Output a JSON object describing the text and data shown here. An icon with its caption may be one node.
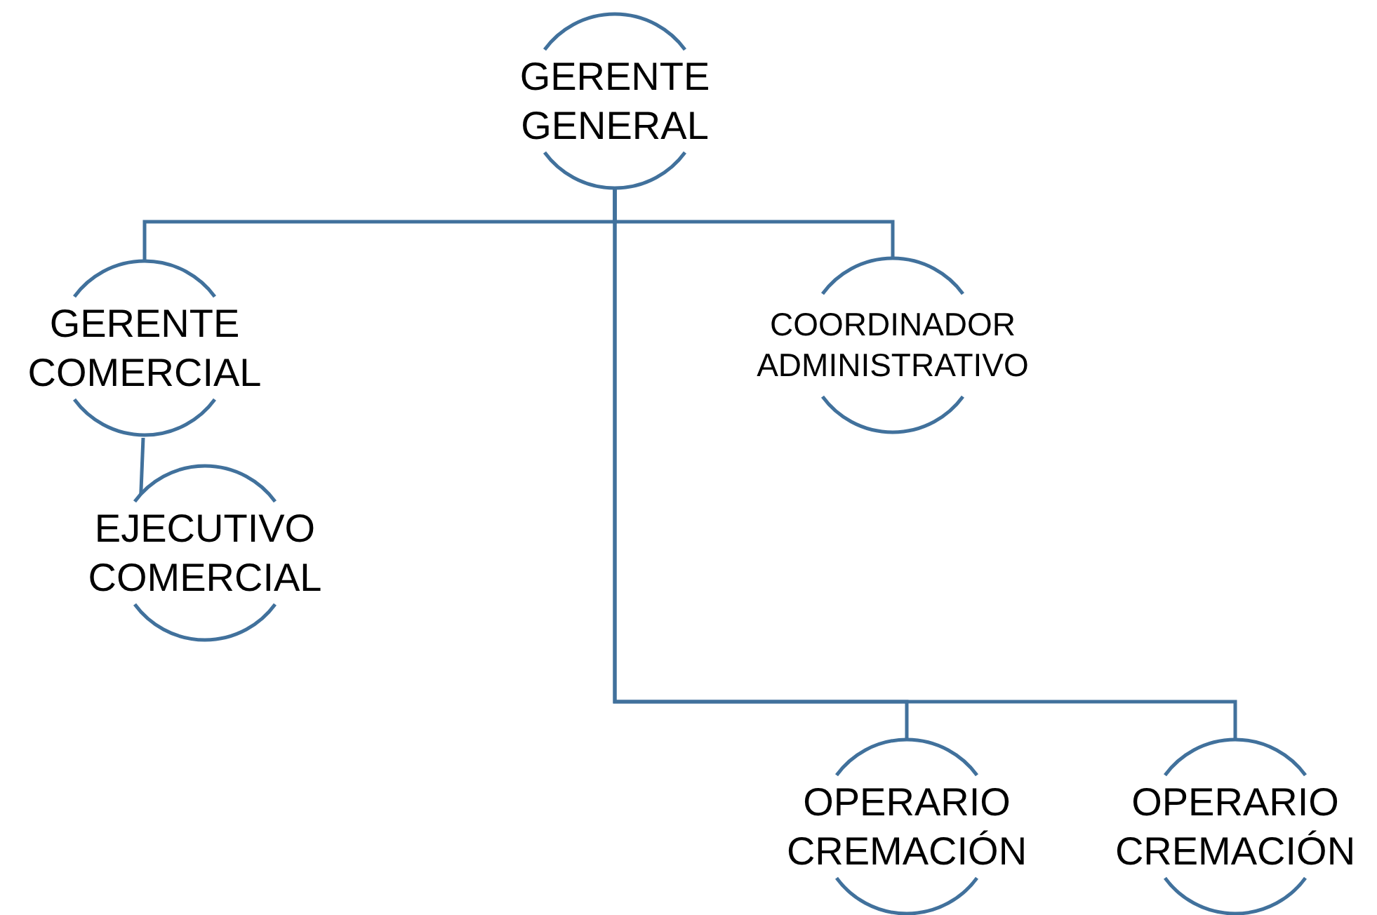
{
  "diagram": {
    "nodes": [
      {
        "text": [
          "GERENTE GENERAL"
        ]
      },
      {
        "text": [
          "GERENTE COMERCIAL"
        ]
      },
      {
        "text": [
          "COORDINADOR ADMINISTRATIVO"
        ]
      },
      {
        "text": [
          "EJECUTIVO COMERCIAL"
        ]
      },
      {
        "text": [
          "OPERARIO CREMACIÓN"
        ]
      },
      {
        "text": [
          "OPERARIO CREMACIÓN"
        ]
      }
    ],
    "edges": [
      {
        "from": 0,
        "to": 1,
        "arrow": "none"
      },
      {
        "from": 0,
        "to": 2,
        "arrow": "none"
      },
      {
        "from": 0,
        "to": 4,
        "arrow": "none"
      },
      {
        "from": 0,
        "to": 5,
        "arrow": "none"
      },
      {
        "from": 1,
        "to": 3,
        "arrow": "none"
      }
    ]
  }
}
